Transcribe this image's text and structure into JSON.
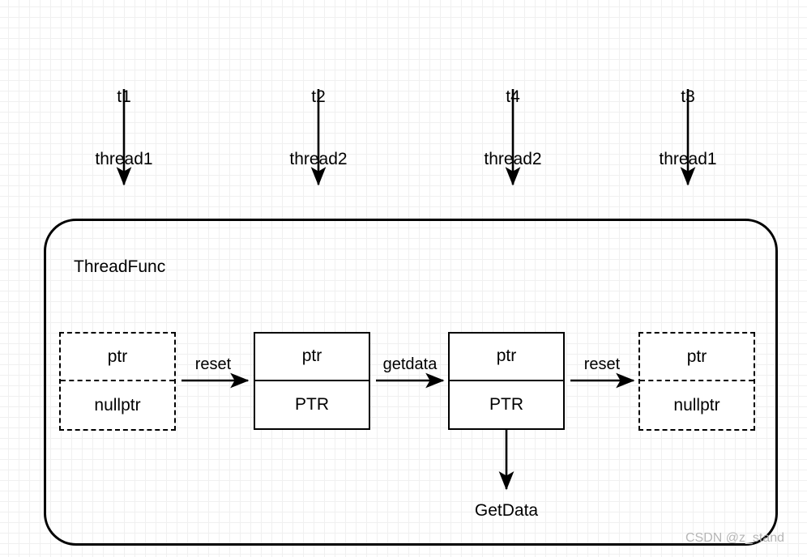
{
  "diagram": {
    "title": "ThreadFunc shared pointer timeline",
    "container_label": "ThreadFunc",
    "watermark": "CSDN @z_stand",
    "colors": {
      "stroke": "#000000",
      "background": "#ffffff",
      "grid_minor": "#f0f0f0",
      "grid_major": "#e2e2e2",
      "watermark": "#b6b6b6"
    },
    "timeline": [
      {
        "time": "t1",
        "thread": "thread1"
      },
      {
        "time": "t2",
        "thread": "thread2"
      },
      {
        "time": "t4",
        "thread": "thread2"
      },
      {
        "time": "t3",
        "thread": "thread1"
      }
    ],
    "states": [
      {
        "style": "dashed",
        "top": "ptr",
        "bottom": "nullptr"
      },
      {
        "style": "solid",
        "top": "ptr",
        "bottom": "PTR"
      },
      {
        "style": "solid",
        "top": "ptr",
        "bottom": "PTR"
      },
      {
        "style": "dashed",
        "top": "ptr",
        "bottom": "nullptr"
      }
    ],
    "transitions": [
      {
        "label": "reset"
      },
      {
        "label": "getdata"
      },
      {
        "label": "reset"
      }
    ],
    "output": {
      "label": "GetData"
    }
  }
}
